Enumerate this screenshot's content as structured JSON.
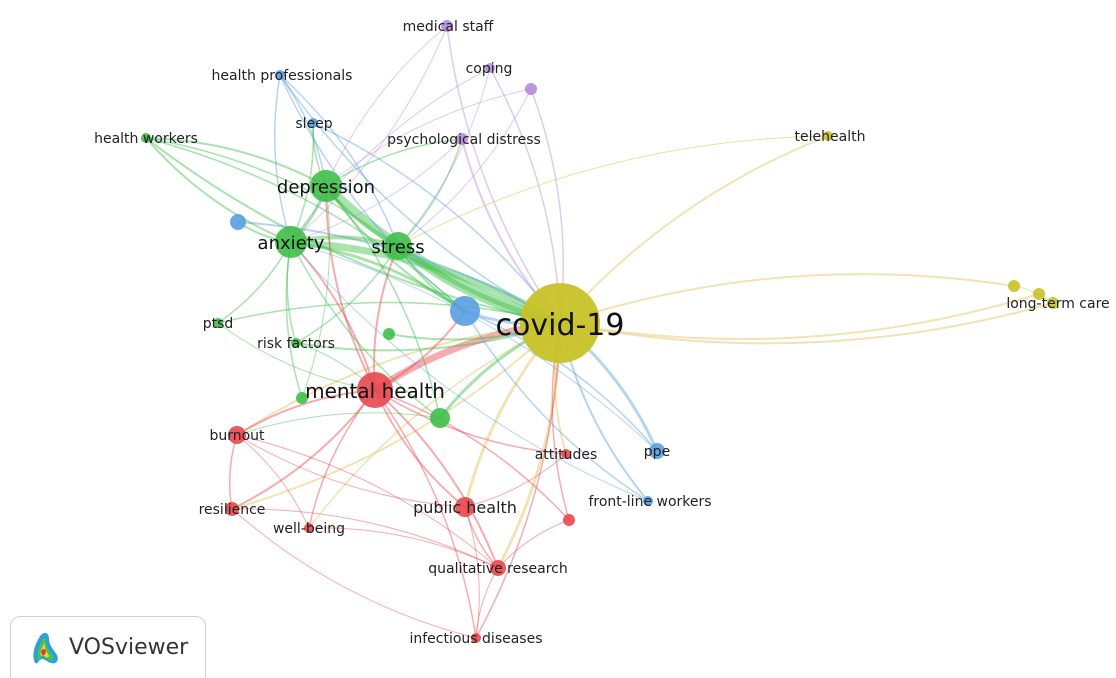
{
  "clusters": {
    "red": "#e8484d",
    "green": "#3fbf4a",
    "blue": "#5a9fe0",
    "yellow": "#c8c228",
    "purple": "#b58bdc"
  },
  "nodes": [
    {
      "id": "covid-19",
      "label": "covid-19",
      "cluster": "yellow"
    },
    {
      "id": "mental-health",
      "label": "mental health",
      "cluster": "red"
    },
    {
      "id": "depression",
      "label": "depression",
      "cluster": "green"
    },
    {
      "id": "anxiety",
      "label": "anxiety",
      "cluster": "green"
    },
    {
      "id": "stress",
      "label": "stress",
      "cluster": "green"
    },
    {
      "id": "public-health",
      "label": "public health",
      "cluster": "red"
    },
    {
      "id": "qualitative-research",
      "label": "qualitative research",
      "cluster": "red"
    },
    {
      "id": "burnout",
      "label": "burnout",
      "cluster": "red"
    },
    {
      "id": "resilience",
      "label": "resilience",
      "cluster": "red"
    },
    {
      "id": "well-being",
      "label": "well-being",
      "cluster": "red"
    },
    {
      "id": "infectious-diseases",
      "label": "infectious diseases",
      "cluster": "red"
    },
    {
      "id": "attitudes",
      "label": "attitudes",
      "cluster": "red"
    },
    {
      "id": "red-unlabeled",
      "label": "",
      "cluster": "red"
    },
    {
      "id": "risk-factors",
      "label": "risk factors",
      "cluster": "green"
    },
    {
      "id": "ptsd",
      "label": "ptsd",
      "cluster": "green"
    },
    {
      "id": "health-workers",
      "label": "health workers",
      "cluster": "green"
    },
    {
      "id": "green-unlabeled-1",
      "label": "",
      "cluster": "green"
    },
    {
      "id": "green-unlabeled-2",
      "label": "",
      "cluster": "green"
    },
    {
      "id": "green-unlabeled-3",
      "label": "",
      "cluster": "green"
    },
    {
      "id": "blue-unlabeled-1",
      "label": "",
      "cluster": "blue"
    },
    {
      "id": "blue-unlabeled-2",
      "label": "",
      "cluster": "blue"
    },
    {
      "id": "health-professionals",
      "label": "health professionals",
      "cluster": "blue"
    },
    {
      "id": "sleep",
      "label": "sleep",
      "cluster": "blue"
    },
    {
      "id": "ppe",
      "label": "ppe",
      "cluster": "blue"
    },
    {
      "id": "front-line-workers",
      "label": "front-line workers",
      "cluster": "blue"
    },
    {
      "id": "medical-staff",
      "label": "medical staff",
      "cluster": "purple"
    },
    {
      "id": "coping",
      "label": "coping",
      "cluster": "purple"
    },
    {
      "id": "psychological-distress",
      "label": "psychological distress",
      "cluster": "purple"
    },
    {
      "id": "purple-unlabeled",
      "label": "",
      "cluster": "purple"
    },
    {
      "id": "telehealth",
      "label": "telehealth",
      "cluster": "yellow"
    },
    {
      "id": "long-term-care",
      "label": "long-term care",
      "cluster": "yellow"
    },
    {
      "id": "yellow-unlabeled-1",
      "label": "",
      "cluster": "yellow"
    },
    {
      "id": "yellow-unlabeled-2",
      "label": "",
      "cluster": "yellow"
    }
  ],
  "brand": {
    "name": "VOSviewer",
    "icon": "vosviewer-logo-icon"
  }
}
